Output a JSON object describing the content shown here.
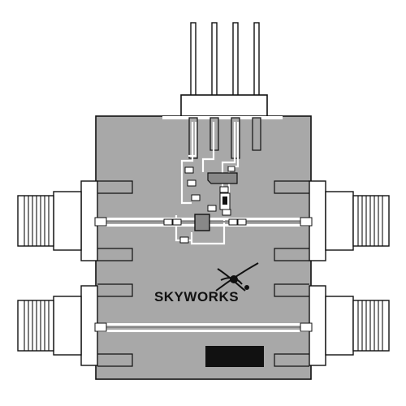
{
  "brand": {
    "name": "SKYWORKS",
    "logo_icon": "skyworks-swoosh-logo"
  },
  "board": {
    "substrate_color": "#a8a8a8",
    "trace_color": "#ffffff",
    "outline_color": "#111111",
    "label_block_color": "#111111"
  },
  "connectors": {
    "sma_count": 4,
    "header_pin_count": 4
  }
}
